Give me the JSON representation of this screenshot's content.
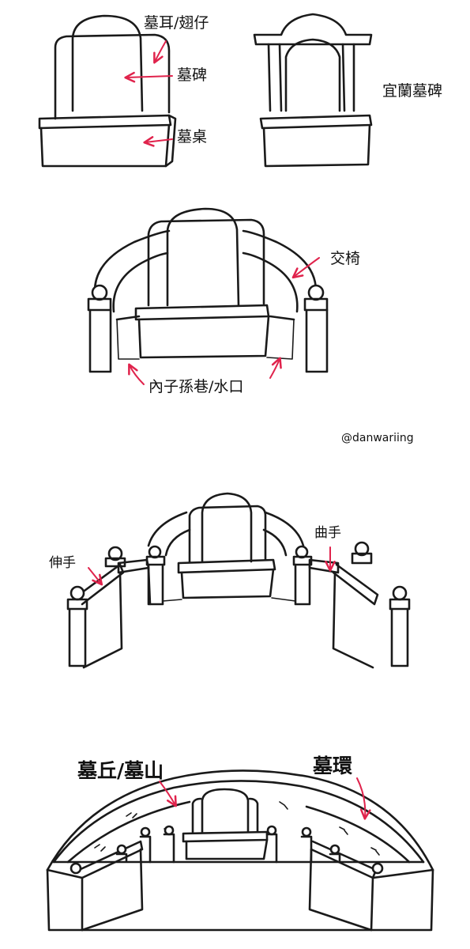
{
  "colors": {
    "ink": "#1a1a1a",
    "arrow": "#e0234c",
    "background": "#ffffff"
  },
  "handle": "@danwariing",
  "panel1": {
    "labels": {
      "tomb_ear": "墓耳/翅仔",
      "tombstone": "墓碑",
      "tomb_table": "墓桌",
      "yilan_tombstone": "宜蘭墓碑"
    }
  },
  "panel2": {
    "labels": {
      "armrest": "交椅",
      "inner_lane": "內子孫巷/水口"
    }
  },
  "panel3": {
    "labels": {
      "extended_arm": "伸手",
      "curved_arm": "曲手"
    }
  },
  "panel4": {
    "labels": {
      "mound": "墓丘/墓山",
      "ring": "墓環"
    }
  }
}
